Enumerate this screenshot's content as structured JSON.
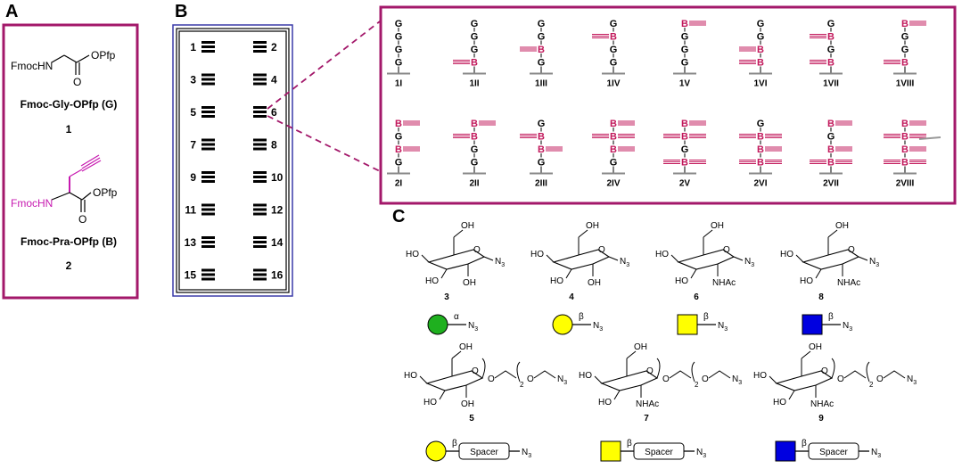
{
  "panels": {
    "a": "A",
    "b": "B",
    "c": "C"
  },
  "colors": {
    "border": "#a3186a",
    "pink": "#c2185b",
    "magenta": "#c71ab0",
    "alpha_green": "#1fb01f",
    "yellow": "#ffff00",
    "blue": "#0000e0",
    "array_frame": "#3a3aa8"
  },
  "panel_a": {
    "gly": {
      "protect": "FmocHN",
      "ester": "OPfp",
      "o": "O",
      "name": "Fmoc-Gly-OPfp (G)",
      "num": "1"
    },
    "pra": {
      "protect": "FmocHN",
      "ester": "OPfp",
      "o": "O",
      "name": "Fmoc-Pra-OPfp (B)",
      "num": "2"
    }
  },
  "panel_b": {
    "spots_left": [
      "1",
      "3",
      "5",
      "7",
      "9",
      "11",
      "13",
      "15"
    ],
    "spots_right": [
      "2",
      "4",
      "6",
      "8",
      "10",
      "12",
      "14",
      "16"
    ]
  },
  "panel_b_detail": {
    "letters": {
      "g": "G",
      "b": "B"
    },
    "row1": [
      {
        "label": "1I",
        "units": [
          "G",
          "G",
          "G",
          "G"
        ]
      },
      {
        "label": "1II",
        "units": [
          "G",
          "G",
          "G",
          "B"
        ]
      },
      {
        "label": "1III",
        "units": [
          "G",
          "G",
          "B",
          "G"
        ]
      },
      {
        "label": "1IV",
        "units": [
          "G",
          "B",
          "G",
          "G"
        ]
      },
      {
        "label": "1V",
        "units": [
          "B",
          "G",
          "G",
          "G"
        ]
      },
      {
        "label": "1VI",
        "units": [
          "G",
          "G",
          "B",
          "B"
        ]
      },
      {
        "label": "1VII",
        "units": [
          "G",
          "B",
          "G",
          "B"
        ]
      },
      {
        "label": "1VIII",
        "units": [
          "B",
          "G",
          "G",
          "B"
        ]
      }
    ],
    "row2": [
      {
        "label": "2I",
        "units": [
          "B",
          "G",
          "B",
          "G"
        ]
      },
      {
        "label": "2II",
        "units": [
          "B",
          "B",
          "G",
          "G"
        ]
      },
      {
        "label": "2III",
        "units": [
          "G",
          "B",
          "B",
          "G"
        ]
      },
      {
        "label": "2IV",
        "units": [
          "B",
          "B",
          "B",
          "G"
        ]
      },
      {
        "label": "2V",
        "units": [
          "B",
          "B",
          "G",
          "B"
        ]
      },
      {
        "label": "2VI",
        "units": [
          "G",
          "B",
          "B",
          "B"
        ]
      },
      {
        "label": "2VII",
        "units": [
          "B",
          "G",
          "B",
          "B"
        ]
      },
      {
        "label": "2VIII",
        "units": [
          "B",
          "B",
          "B",
          "B"
        ]
      }
    ]
  },
  "panel_c": {
    "oh": "OH",
    "ho": "HO",
    "n3": "N3",
    "n": "N",
    "n_sub": "3",
    "nhac": "NHAc",
    "o": "O",
    "two": "2",
    "compounds_top": [
      {
        "num": "3",
        "anomer": "α",
        "shape": "green-circle"
      },
      {
        "num": "4",
        "anomer": "β",
        "shape": "yellow-circle"
      },
      {
        "num": "6",
        "anomer": "β",
        "shape": "yellow-square"
      },
      {
        "num": "8",
        "anomer": "β",
        "shape": "blue-square"
      }
    ],
    "compounds_bottom": [
      {
        "num": "5",
        "anomer": "β",
        "shape": "yellow-circle"
      },
      {
        "num": "7",
        "anomer": "β",
        "shape": "yellow-square"
      },
      {
        "num": "9",
        "anomer": "β",
        "shape": "blue-square"
      }
    ],
    "spacer": "Spacer"
  }
}
